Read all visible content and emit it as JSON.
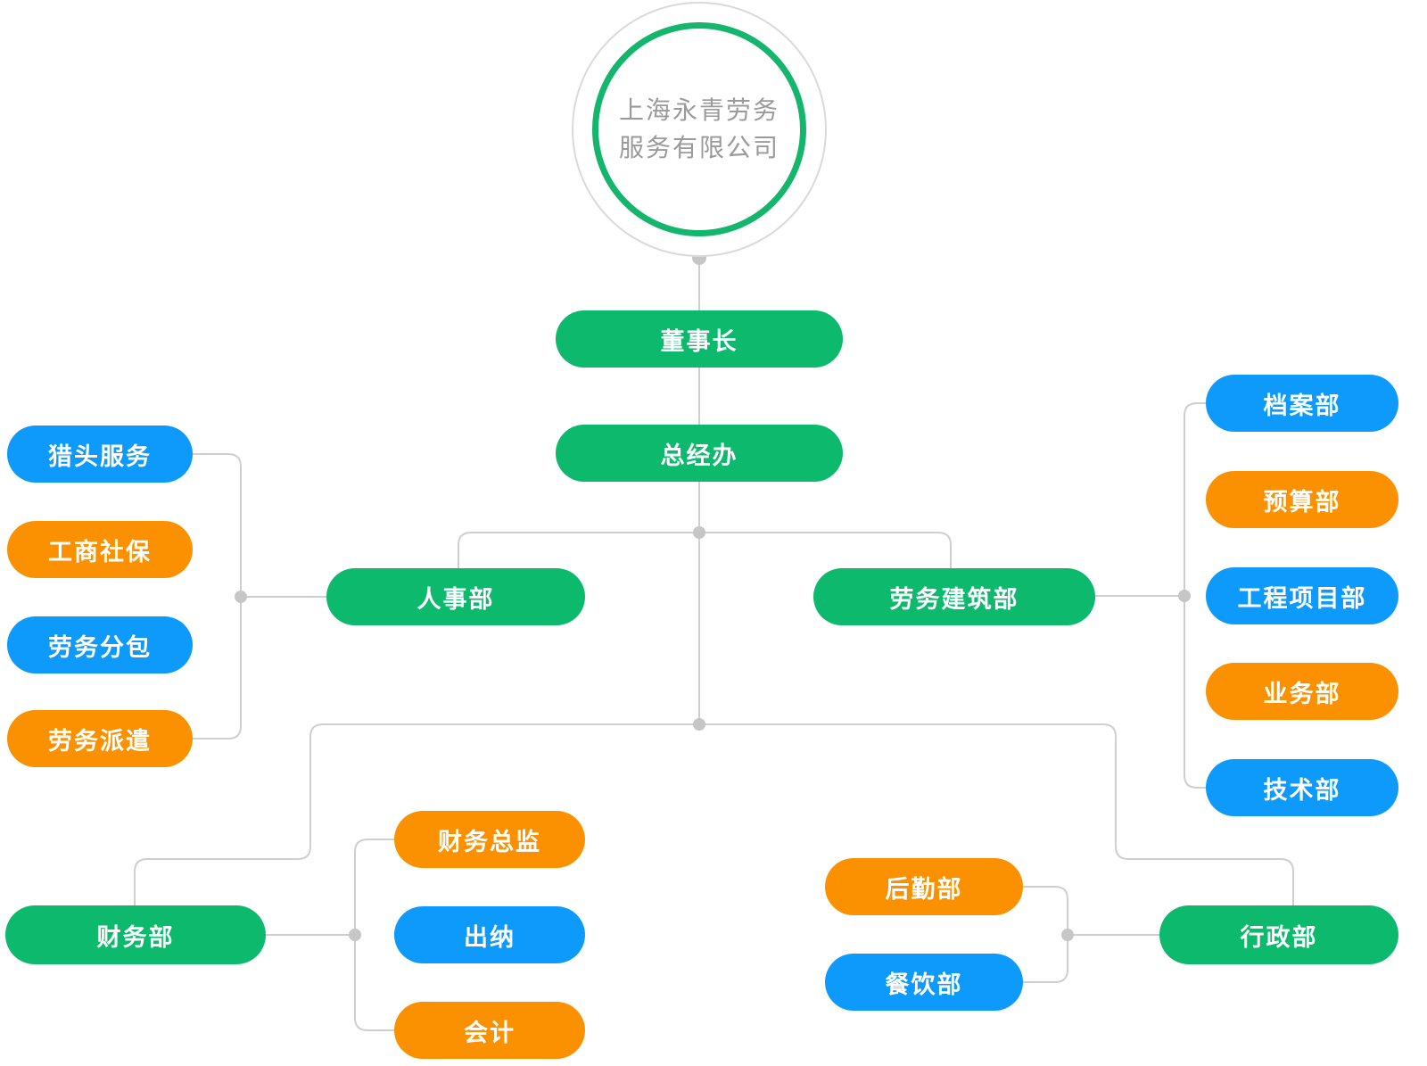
{
  "palette": {
    "green": "#0cb96d",
    "blue": "#0d9afb",
    "orange": "#fb9100",
    "ringGreen": "#14b56c",
    "circleBorder": "#dadada",
    "line": "#cfcfcf",
    "dot": "#c6c6c6",
    "companyText": "#9a9a9a",
    "labelText": "#ffffff"
  },
  "company": {
    "name_line1": "上海永青劳务",
    "name_line2": "服务有限公司"
  },
  "nodes": {
    "chairman": {
      "label": "董事长",
      "color": "green"
    },
    "gm_office": {
      "label": "总经办",
      "color": "green"
    },
    "hr_dept": {
      "label": "人事部",
      "color": "green"
    },
    "labor_construction_dept": {
      "label": "劳务建筑部",
      "color": "green"
    },
    "headhunting_service": {
      "label": "猎头服务",
      "color": "blue"
    },
    "business_social_security": {
      "label": "工商社保",
      "color": "orange"
    },
    "labor_subcontracting": {
      "label": "劳务分包",
      "color": "blue"
    },
    "labor_dispatch": {
      "label": "劳务派遣",
      "color": "orange"
    },
    "archives_dept": {
      "label": "档案部",
      "color": "blue"
    },
    "budget_dept": {
      "label": "预算部",
      "color": "orange"
    },
    "engineering_project_dept": {
      "label": "工程项目部",
      "color": "blue"
    },
    "business_dept": {
      "label": "业务部",
      "color": "orange"
    },
    "technology_dept": {
      "label": "技术部",
      "color": "blue"
    },
    "finance_dept": {
      "label": "财务部",
      "color": "green"
    },
    "finance_director": {
      "label": "财务总监",
      "color": "orange"
    },
    "cashier": {
      "label": "出纳",
      "color": "blue"
    },
    "accountant": {
      "label": "会计",
      "color": "orange"
    },
    "logistics_dept": {
      "label": "后勤部",
      "color": "orange"
    },
    "catering_dept": {
      "label": "餐饮部",
      "color": "blue"
    },
    "admin_dept": {
      "label": "行政部",
      "color": "green"
    }
  }
}
